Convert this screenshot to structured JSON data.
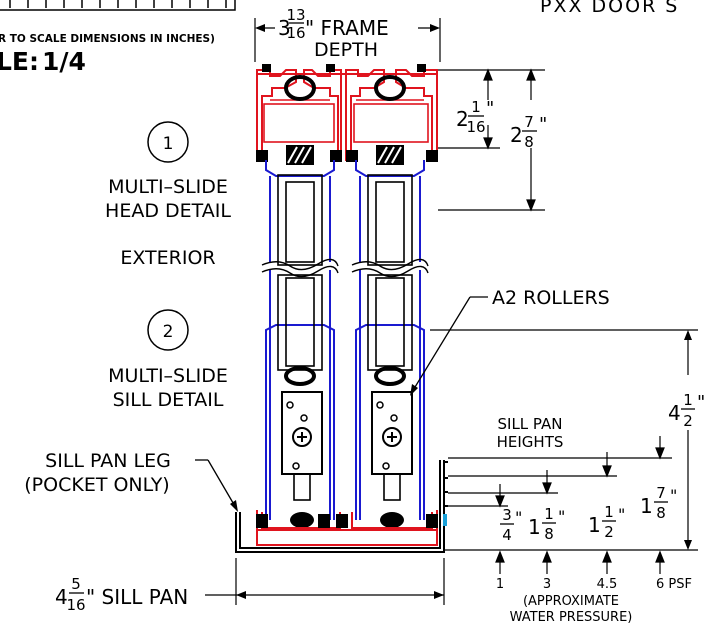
{
  "header": {
    "doc_title": "PXX DOOR S",
    "scale_note": "R TO SCALE DIMENSIONS IN INCHES)",
    "scale_prefix": "LE:",
    "scale_value": "1/4"
  },
  "frame_depth": {
    "whole": "3",
    "num": "13",
    "den": "16",
    "suffix": "\" FRAME",
    "line2": "DEPTH"
  },
  "head_dims": {
    "a": {
      "whole": "2",
      "num": "1",
      "den": "16",
      "unit": "\""
    },
    "b": {
      "whole": "2",
      "num": "7",
      "den": "8",
      "unit": "\""
    }
  },
  "callouts": [
    {
      "number": "1",
      "line1": "MULTI–SLIDE",
      "line2": "HEAD DETAIL"
    },
    {
      "number": "2",
      "line1": "MULTI–SLIDE",
      "line2": "SILL DETAIL"
    }
  ],
  "exterior_label": "EXTERIOR",
  "rollers_label": "A2 ROLLERS",
  "sill_pan_leg": {
    "line1": "SILL PAN LEG",
    "line2": "(POCKET ONLY)"
  },
  "sill_pan": {
    "whole": "4",
    "num": "5",
    "den": "16",
    "suffix": "\" SILL PAN"
  },
  "sill_pan_heights": {
    "line1": "SILL PAN",
    "line2": "HEIGHTS"
  },
  "overall_height": {
    "whole": "4",
    "num": "1",
    "den": "2",
    "unit": "\""
  },
  "heights": [
    {
      "whole": "",
      "num": "3",
      "den": "4",
      "unit": "\""
    },
    {
      "whole": "1",
      "num": "1",
      "den": "8",
      "unit": "\""
    },
    {
      "whole": "1",
      "num": "1",
      "den": "2",
      "unit": "\""
    },
    {
      "whole": "1",
      "num": "7",
      "den": "8",
      "unit": "\""
    }
  ],
  "pressures": [
    "1",
    "3",
    "4.5",
    "6 PSF"
  ],
  "pressure_caption": {
    "line1": "(APPROXIMATE",
    "line2": "WATER PRESSURE)"
  },
  "colors": {
    "frame_red": "#e0141e",
    "panel_blue": "#1a1ad0",
    "ink": "#000000"
  }
}
